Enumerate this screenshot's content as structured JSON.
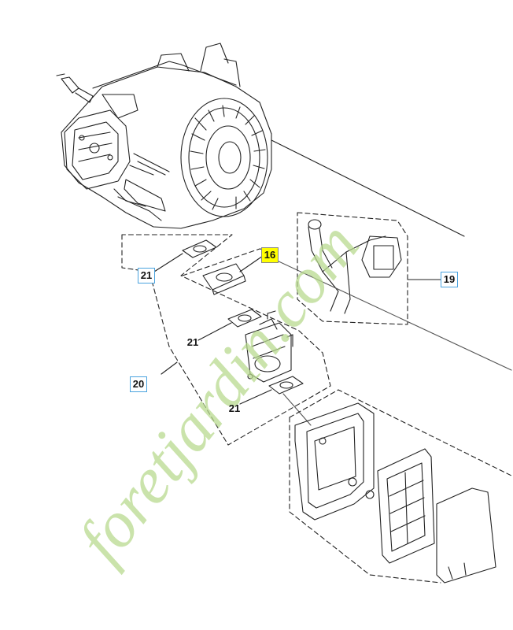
{
  "callouts": {
    "c16": "16",
    "c19": "19",
    "c20": "20",
    "c21a": "21",
    "c21b": "21",
    "c21c": "21"
  },
  "watermark": {
    "text": "foretjardin.com",
    "color": "#b8d98f"
  },
  "colors": {
    "line": "#222222",
    "highlight": "#ffff00",
    "callout_border": "#4aa3df"
  }
}
